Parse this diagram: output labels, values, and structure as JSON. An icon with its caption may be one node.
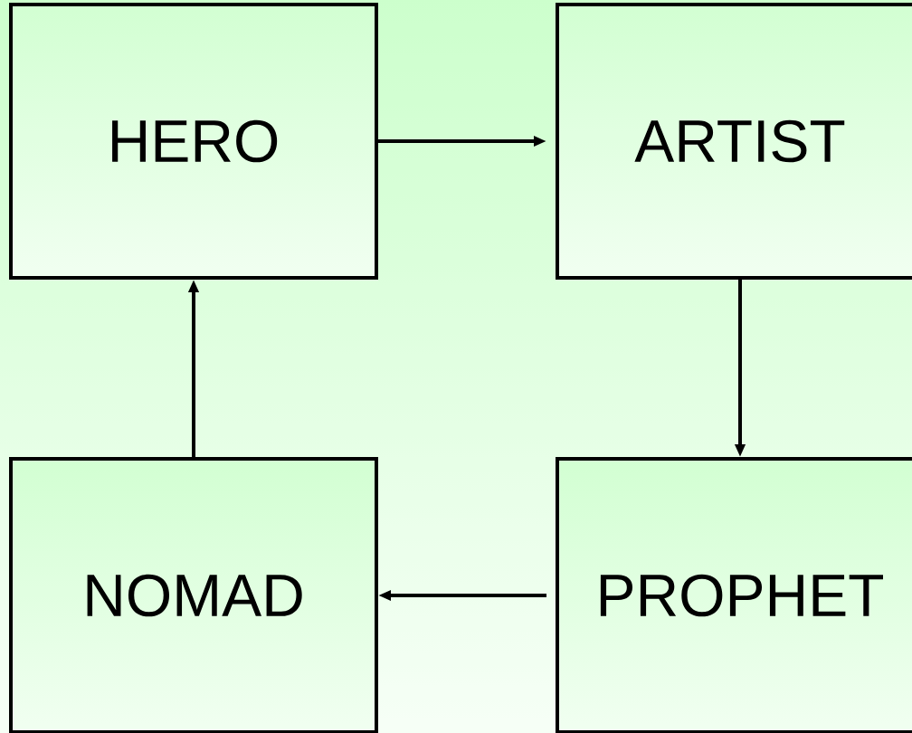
{
  "diagram": {
    "nodes": [
      {
        "text": [
          "HERO"
        ]
      },
      {
        "text": [
          "ARTIST"
        ]
      },
      {
        "text": [
          "NOMAD"
        ]
      },
      {
        "text": [
          "PROPHET"
        ]
      }
    ],
    "edges": [
      {
        "from": 0,
        "to": 1,
        "arrow": "to"
      },
      {
        "from": 1,
        "to": 3,
        "arrow": "to"
      },
      {
        "from": 3,
        "to": 2,
        "arrow": "to"
      },
      {
        "from": 2,
        "to": 0,
        "arrow": "to"
      }
    ]
  }
}
